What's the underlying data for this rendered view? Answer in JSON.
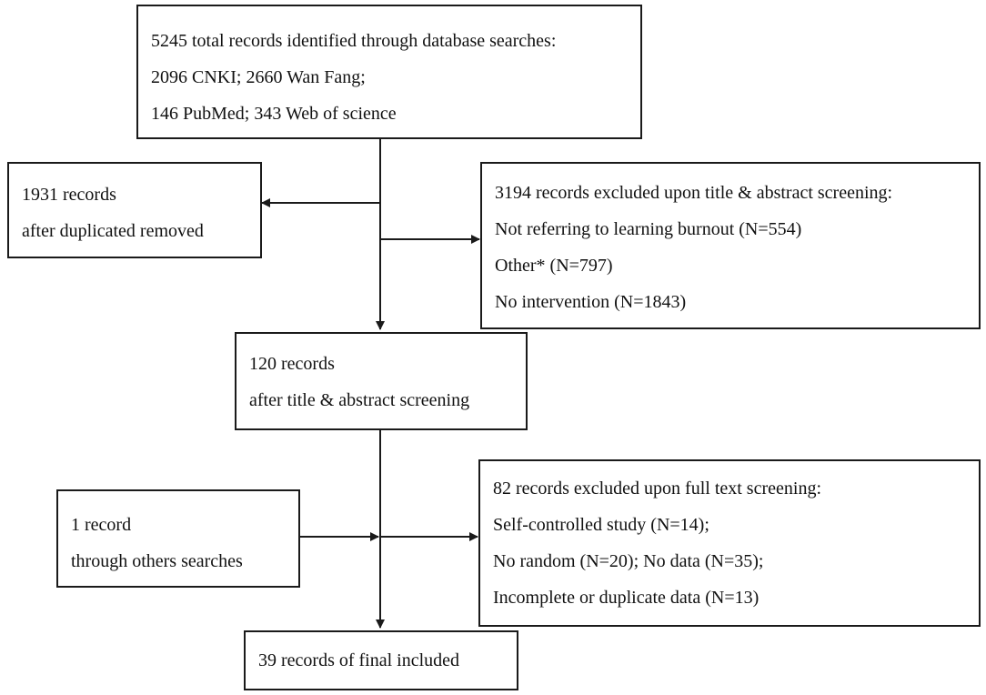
{
  "colors": {
    "stroke": "#1a1a1a",
    "background": "#ffffff",
    "text": "#111111"
  },
  "flow": {
    "identified": {
      "lines": [
        "5245 total records identified through database searches:",
        "2096 CNKI; 2660 Wan Fang;",
        "146 PubMed; 343 Web of science"
      ]
    },
    "deduplicated": {
      "lines": [
        "1931 records",
        "after duplicated removed"
      ]
    },
    "excluded_title_abstract": {
      "lines": [
        "3194 records excluded upon title & abstract screening:",
        "Not referring to learning burnout (N=554)",
        "Other* (N=797)",
        "No intervention (N=1843)"
      ]
    },
    "after_title_abstract": {
      "lines": [
        "120 records",
        "after title & abstract screening"
      ]
    },
    "other_searches": {
      "lines": [
        "1 record",
        "through others searches"
      ]
    },
    "excluded_full_text": {
      "lines": [
        "82 records excluded upon full text screening:",
        "Self-controlled study (N=14);",
        "No random (N=20); No data (N=35);",
        "Incomplete or duplicate data (N=13)"
      ]
    },
    "final_included": {
      "lines": [
        "39 records of final included"
      ]
    }
  }
}
